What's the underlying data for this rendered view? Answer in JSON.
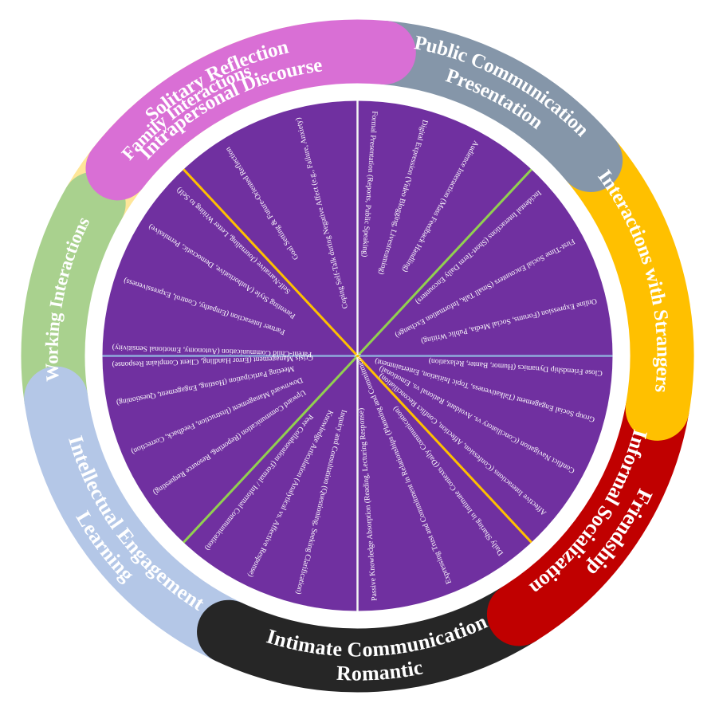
{
  "ring_segments": [
    {
      "id": "solitary",
      "lines": [
        "Solitary Reflection",
        "Intrapersonal Discourse"
      ],
      "color": "#D96FD5"
    },
    {
      "id": "public",
      "lines": [
        "Public Communication",
        "Presentation"
      ],
      "color": "#8596A9"
    },
    {
      "id": "strangers",
      "lines": [
        "Interactions with Strangers"
      ],
      "color": "#FFC000"
    },
    {
      "id": "friendship",
      "lines": [
        "Friendship",
        "Informal Socialization"
      ],
      "color": "#C00000"
    },
    {
      "id": "intimate",
      "lines": [
        "Intimate Communication",
        "Romantic"
      ],
      "color": "#262626"
    },
    {
      "id": "learning",
      "lines": [
        "Intellectual Engagement",
        "Learning"
      ],
      "color": "#B4C7E7"
    },
    {
      "id": "working",
      "lines": [
        "Working Interactions"
      ],
      "color": "#A9D18E"
    },
    {
      "id": "family",
      "lines": [
        "Family Interactions"
      ],
      "color": "#FFE699"
    }
  ],
  "spokes": [
    {
      "text": "Formal Presentation (Reports, Public Speaking)"
    },
    {
      "text": "Digital Expression (Video Blogging, Livestreaming)"
    },
    {
      "text": "Audience Interaction (Mass Feedback Handling)"
    },
    {
      "text": "Incidental Interactions (Short-Term Daily Encounters)"
    },
    {
      "text": "First-Time Social Encounters (Small Talk, Information Exchange)"
    },
    {
      "text": "Online Expression (Forums, Social Media, Public Writing)"
    },
    {
      "text": "Close Friendship Dynamics (Humor, Banter, Relaxation)"
    },
    {
      "text": "Group Social Engagement (Talkativeness, Topic Initiation, Entertainment)"
    },
    {
      "text": "Conflict Navigation (Conciliatory vs. Avoidant, Rational vs. Emotional)"
    },
    {
      "text": "Affective Interactions (Confession, Affection, Conflict Reconciliation)"
    },
    {
      "text": "Daily Sharing in Intimate Contexts (Daily Communication)"
    },
    {
      "text": "Expressing Trust and Commitment in Relationships (Planning and Commitment)"
    },
    {
      "text": "Passive Knowledge Absorption (Reading, Lecturing Response)"
    },
    {
      "text": "Inquiry and Consultation (Questioning, Seeking Clarification)"
    },
    {
      "text": "Knowledge Articulation (Analytical vs. Affective Response)"
    },
    {
      "text": "Peer Collaboration (Formal / Informal Communication)"
    },
    {
      "text": "Upward Communication (Reporting, Resource Requesting)"
    },
    {
      "text": "Downward Management (Instruction, Feedback, Correction)"
    },
    {
      "text": "Meeting Participation (Hosting, Engagement, Questioning)"
    },
    {
      "text": "Crisis Management (Error Handling, Client Complaint Response)"
    },
    {
      "text": "Parent-Child Communication (Autonomy, Emotional Sensitivity)"
    },
    {
      "text": "Partner Interaction (Empathy, Control, Expressiveness)"
    },
    {
      "text": "Parenting Style (Authoritative, Democratic, Permissive)"
    },
    {
      "text": "Self-Narrative (Journaling, Letter Writing to Self)"
    },
    {
      "text": "Goal Setting & Future-Oriented Reflection"
    },
    {
      "text": "Coping Self-Talk during Negative Affect (e.g., Failure, Anxiety)"
    }
  ],
  "colors": {
    "disc": "#7030A0",
    "divider_white": "#F2F2F2",
    "divider_orange": "#FFC000",
    "divider_green": "#92D050",
    "divider_blue": "#8FAADC"
  }
}
